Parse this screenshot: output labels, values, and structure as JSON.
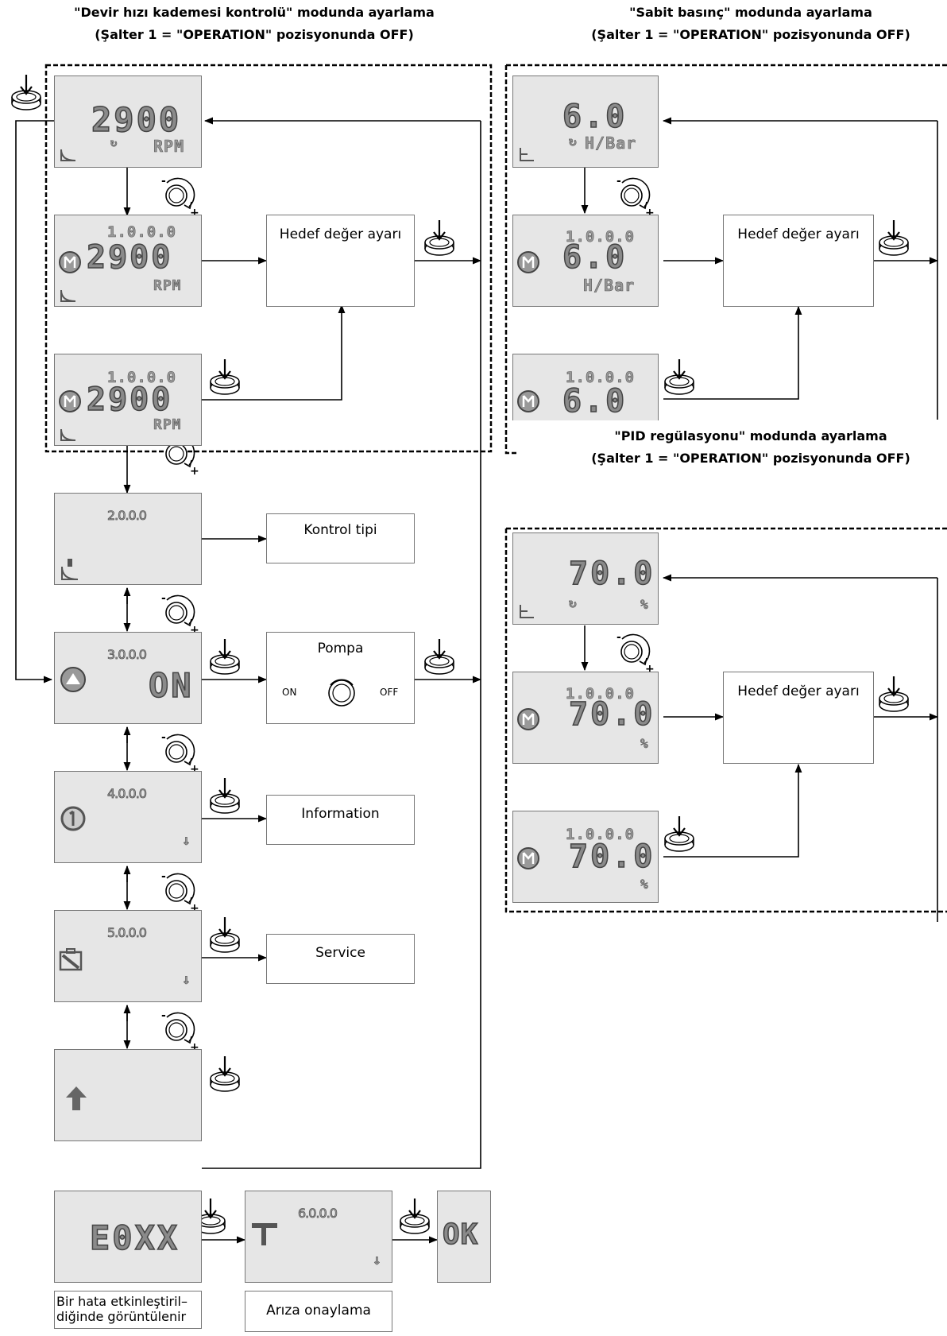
{
  "titles": {
    "left_line1": "\"Devir hızı kademesi kontrolü\" modunda ayarlama",
    "left_line2": "(Şalter 1 = \"OPERATION\" pozisyonunda OFF)",
    "right_top_line1": "\"Sabit basınç\" modunda ayarlama",
    "right_top_line2": "(Şalter 1 = \"OPERATION\" pozisyonunda OFF)",
    "right_mid_line1": "\"PID regülasyonu\" modunda ayarlama",
    "right_mid_line2": "(Şalter 1 = \"OPERATION\" pozisyonunda OFF)"
  },
  "speed_mode": {
    "main_value": "2900",
    "main_unit": "RPM",
    "menu_code": "1.0.0.0",
    "set_value": "2900",
    "set_unit": "RPM",
    "target_label": "Hedef değer ayarı"
  },
  "menu": {
    "m2_code": "2.0.0.0",
    "m2_label": "Kontrol tipi",
    "m3_code": "3.0.0.0",
    "m3_value": "ON",
    "m3_label": "Pompa",
    "m3_on": "ON",
    "m3_off": "OFF",
    "m4_code": "4.0.0.0",
    "m4_label": "Information",
    "m5_code": "5.0.0.0",
    "m5_label": "Service"
  },
  "pressure_mode": {
    "main_value": "6.0",
    "main_unit": "H/Bar",
    "menu_code": "1.0.0.0",
    "set_value": "6.0",
    "set_unit": "H/Bar",
    "target_label": "Hedef değer ayarı"
  },
  "pid_mode": {
    "main_value": "70.0",
    "main_unit": "%",
    "menu_code": "1.0.0.0",
    "set_value": "70.0",
    "set_unit": "%",
    "target_label": "Hedef değer ayarı"
  },
  "error": {
    "code": "E0XX",
    "menu_code": "6.0.0.0",
    "ok": "OK",
    "caption_line1": "Bir hata etkinleştiril–",
    "caption_line2": "diğinde görüntülenir",
    "ack_label": "Arıza onaylama"
  },
  "icons": {
    "rotate": "dial-rotate-icon",
    "press": "press-button-icon",
    "speed_curve": "speed-curve-icon",
    "pump": "pump-icon",
    "info": "info-icon",
    "service": "service-icon",
    "back": "back-arrow-icon",
    "fault": "fault-icon",
    "down": "scroll-down-icon"
  }
}
